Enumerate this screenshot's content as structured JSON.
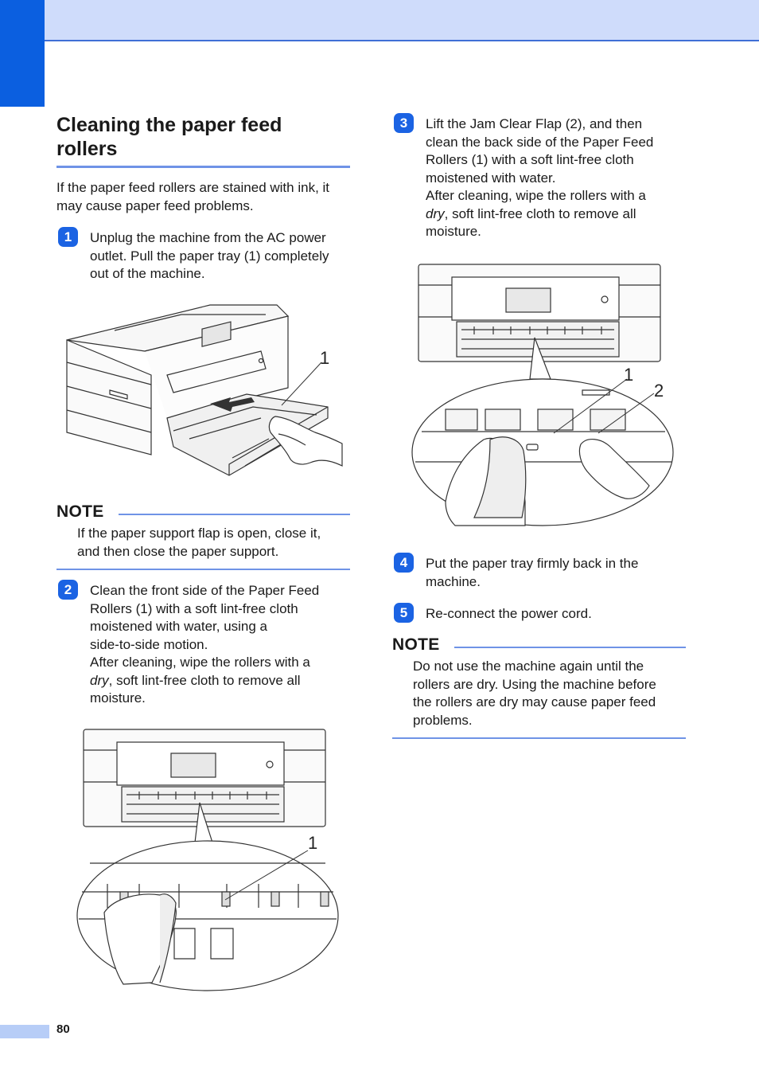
{
  "section": {
    "title_line1": "Cleaning the paper feed",
    "title_line2": "rollers",
    "intro_line1": "If the paper feed rollers are stained with ink, it",
    "intro_line2": "may cause paper feed problems."
  },
  "steps": [
    {
      "badge": "1",
      "lines": [
        "Unplug the machine from the AC power",
        "outlet. Pull the paper tray (1) completely",
        "out of the machine."
      ]
    },
    {
      "badge": "2",
      "lines": [
        "Clean the front side of the Paper Feed",
        "Rollers (1) with a soft lint-free cloth",
        "moistened with water, using a",
        "side-to-side motion.",
        "After cleaning, wipe the rollers with a"
      ],
      "dry_word": "dry",
      "dry_rest": ", soft lint-free cloth to remove all",
      "last_line": "moisture."
    },
    {
      "badge": "3",
      "lines": [
        "Lift the Jam Clear Flap (2), and then",
        "clean the back side of the Paper Feed",
        "Rollers (1) with a soft lint-free cloth",
        "moistened with water.",
        "After cleaning, wipe the rollers with a"
      ],
      "dry_word": "dry",
      "dry_rest": ", soft lint-free cloth to remove all",
      "last_line": "moisture."
    },
    {
      "badge": "4",
      "lines": [
        "Put the paper tray firmly back in the",
        "machine."
      ]
    },
    {
      "badge": "5",
      "lines": [
        "Re-connect the power cord."
      ]
    }
  ],
  "notes": [
    {
      "title": "NOTE",
      "lines": [
        "If the paper support flap is open, close it,",
        "and then close the paper support."
      ]
    },
    {
      "title": "NOTE",
      "lines": [
        "Do not use the machine again until the",
        "rollers are dry. Using the machine before",
        "the rollers are dry may cause paper feed",
        "problems."
      ]
    }
  ],
  "figures": {
    "fig1_callout": "1",
    "fig2_callout": "1",
    "fig3_callout_1": "1",
    "fig3_callout_2": "2"
  },
  "page_number": "80",
  "colors": {
    "accent": "#1b63e3",
    "band": "#cfdcfb",
    "rule": "#6f93e6"
  }
}
